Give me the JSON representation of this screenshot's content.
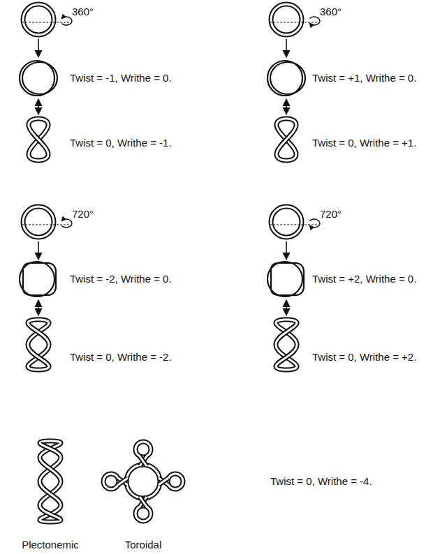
{
  "diagram": {
    "labels": [
      "360°",
      "360°",
      "Twist = -1, Writhe = 0.",
      "Twist = +1, Writhe = 0.",
      "Twist = 0, Writhe = -1.",
      "Twist = 0, Writhe = +1.",
      "720°",
      "720°",
      "Twist = -2, Writhe = 0.",
      "Twist = +2, Writhe = 0.",
      "Twist = 0, Writhe = -2.",
      "Twist = 0, Writhe = +2.",
      "Twist = 0, Writhe = -4.",
      "Plectonemic",
      "Toroidal"
    ]
  }
}
